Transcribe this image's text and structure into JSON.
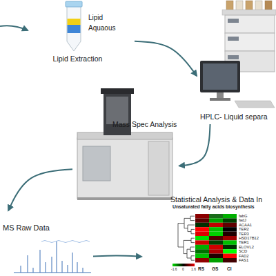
{
  "diagram": {
    "nodes": [
      {
        "text": [
          "Lipid Extraction"
        ]
      },
      {
        "text": [
          "HPLC- Liquid separa"
        ]
      },
      {
        "text": [
          "Mass Spec Analysis"
        ]
      },
      {
        "text": [
          "MS Raw Data"
        ]
      },
      {
        "text": [
          "Statistical Analysis & Data In"
        ]
      }
    ],
    "edges": [
      {
        "from": 0,
        "to": 1,
        "arrow": "to"
      },
      {
        "from": 1,
        "to": 2,
        "arrow": "to"
      },
      {
        "from": 2,
        "to": 3,
        "arrow": "to"
      },
      {
        "from": 3,
        "to": 4,
        "arrow": "to"
      }
    ],
    "labels": [
      "Lipid",
      "Aquaous",
      "Unsaturated fatty acids biosynthesis",
      "fabG",
      "fadJ",
      "ACAA1",
      "TER2",
      "TER3",
      "HSD17B12",
      "TER1",
      "ELOVL2",
      "SCD",
      "FAD2",
      "FAS1",
      "-1.6",
      "0",
      "1.6",
      "RS",
      "GS",
      "CI"
    ]
  }
}
